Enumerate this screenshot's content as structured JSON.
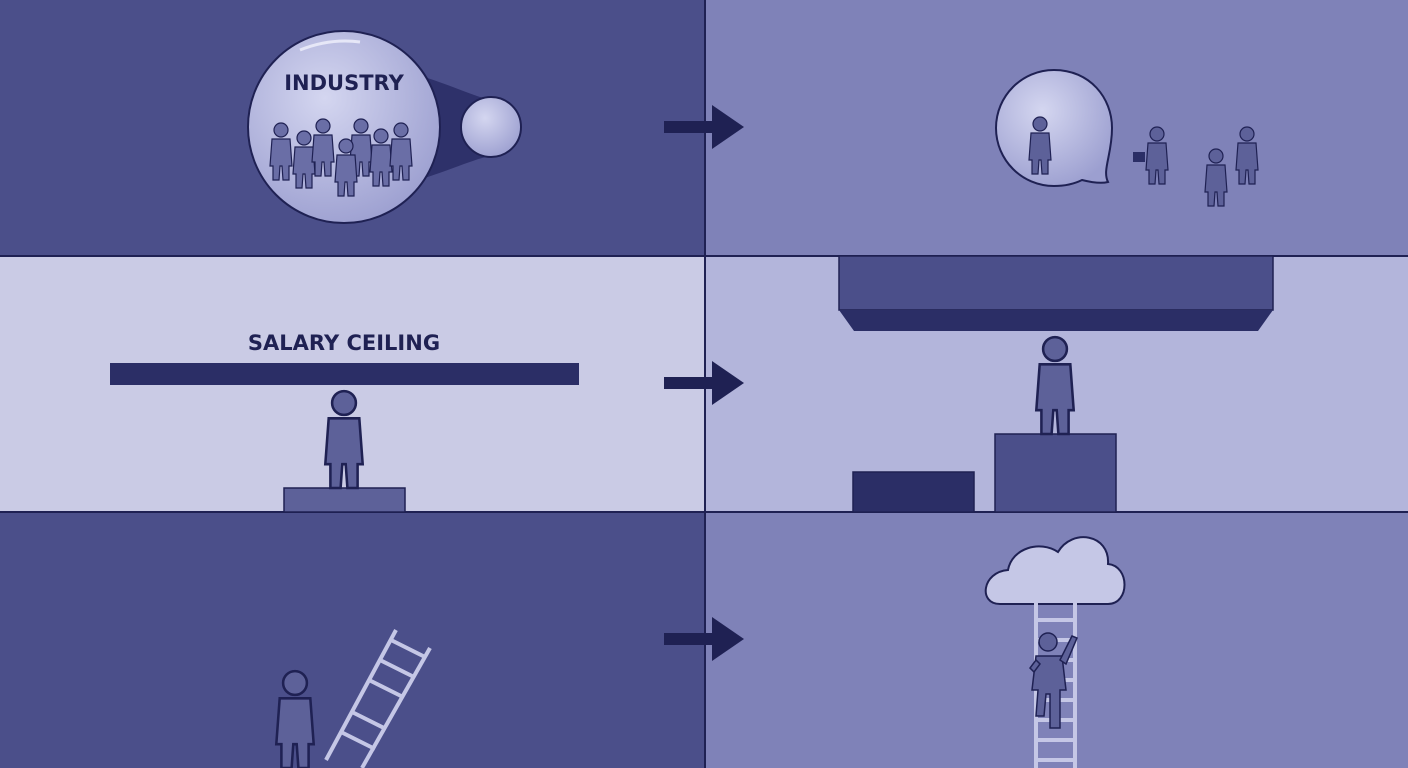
{
  "colors": {
    "dark_panel": "#4b4f8a",
    "medium_panel": "#7f82b8",
    "light_panel": "#cacbe5",
    "light_panel_right": "#b3b5db",
    "ink": "#1f2153",
    "figure": "#5d6199",
    "figure_dark": "#2b2e66",
    "bubble": "#b7b9e0",
    "cloud": "#c5c7e6"
  },
  "rows": [
    {
      "id": "industry-bubble",
      "label": "INDUSTRY"
    },
    {
      "id": "salary-ceiling",
      "label": "SALARY CEILING"
    },
    {
      "id": "career-ladder",
      "label": ""
    }
  ]
}
